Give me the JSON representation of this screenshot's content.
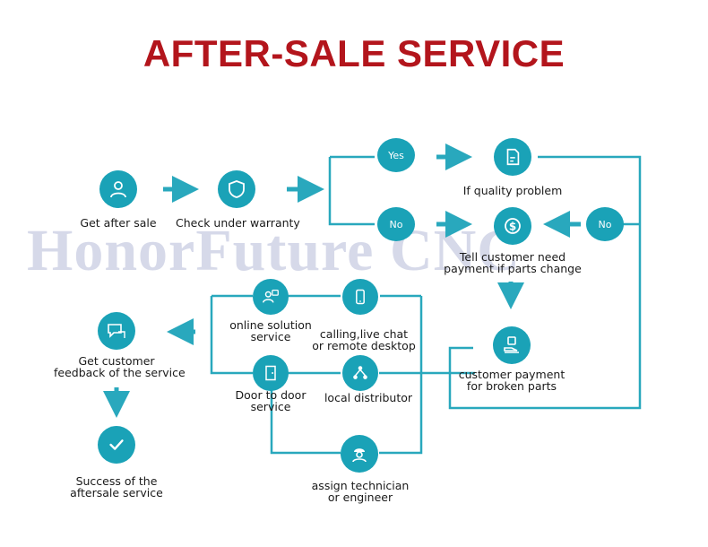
{
  "title": "AFTER-SALE SERVICE",
  "watermark": "HonorFuture CNC",
  "nodes": {
    "get_after_sale": "Get after sale",
    "check_warranty": "Check under warranty",
    "yes": "Yes",
    "no_top": "No",
    "no_right": "No",
    "quality_problem": "If quality problem",
    "tell_customer_line1": "Tell customer need",
    "tell_customer_line2": "payment if parts change",
    "online_solution_line1": "online solution",
    "online_solution_line2": "service",
    "calling_line1": "calling,live chat",
    "calling_line2": "or remote desktop",
    "door_to_door_line1": "Door  to door",
    "door_to_door_line2": "service",
    "local_distributor": "local distributor",
    "customer_payment_line1": "customer payment",
    "customer_payment_line2": "for broken parts",
    "feedback_line1": "Get customer",
    "feedback_line2": "feedback of the service",
    "success_line1": "Success of the",
    "success_line2": "aftersale service",
    "technician_line1": "assign technician",
    "technician_line2": "or engineer"
  },
  "colors": {
    "title": "#b3151c",
    "node": "#1aa2b7",
    "line": "#29a8bd",
    "watermark": "#c9cde2"
  },
  "icons": [
    "user-icon",
    "shield-icon",
    "document-icon",
    "dollar-icon",
    "chat-icon",
    "phone-icon",
    "door-icon",
    "network-icon",
    "payment-icon",
    "feedback-icon",
    "check-icon",
    "engineer-icon"
  ]
}
